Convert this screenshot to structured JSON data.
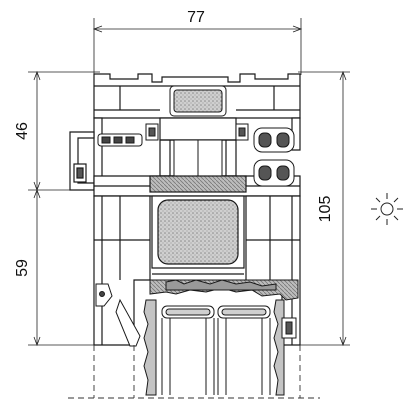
{
  "dimensions": {
    "overall_width": "77",
    "upper_height": "46",
    "lower_height": "59",
    "total_height": "105"
  },
  "symbols": {
    "sun": "sun-icon"
  },
  "colors": {
    "line": "#1a1a1a",
    "profile_fill": "#ffffff",
    "insulation_fill": "#c9c9c9",
    "gasket_fill": "#8e8e8e",
    "glass_fill": "#d8d8d8",
    "seal_fill": "#555555"
  }
}
